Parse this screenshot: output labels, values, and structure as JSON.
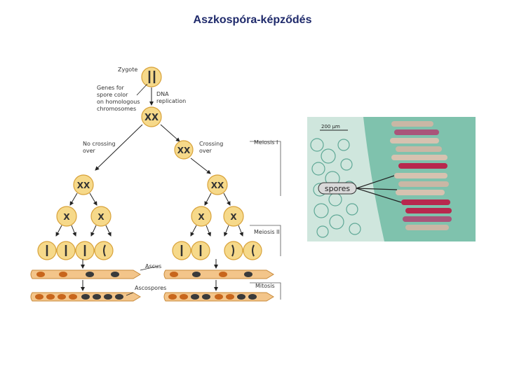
{
  "title": "Aszkospóra-képződés",
  "diagram": {
    "labels": {
      "zygote": "Zygote",
      "genes": [
        "Genes for",
        "spore color",
        "on homologous",
        "chromosomes"
      ],
      "dna_replication": [
        "DNA",
        "replication"
      ],
      "no_crossing": [
        "No crossing",
        "over"
      ],
      "crossing": [
        "Crossing",
        "over"
      ],
      "meiosis_1": "Meiosis I",
      "meiosis_2": "Meiosis II",
      "ascus": "Ascus",
      "mitosis": "Mitosis",
      "ascospores": "Ascospores"
    }
  },
  "micrograph": {
    "scale_label": "200 µm",
    "spores_label": "spores"
  },
  "colors": {
    "title": "#1f2a6b",
    "cell_fill": "#f6d98a",
    "cell_stroke": "#d8a23a",
    "ascus_fill": "#f3c58a",
    "spore_dark": "#3a3a3a",
    "spore_orange": "#c8661c",
    "tissue": "#8ec7b6",
    "spore_red": "#b8284e"
  }
}
